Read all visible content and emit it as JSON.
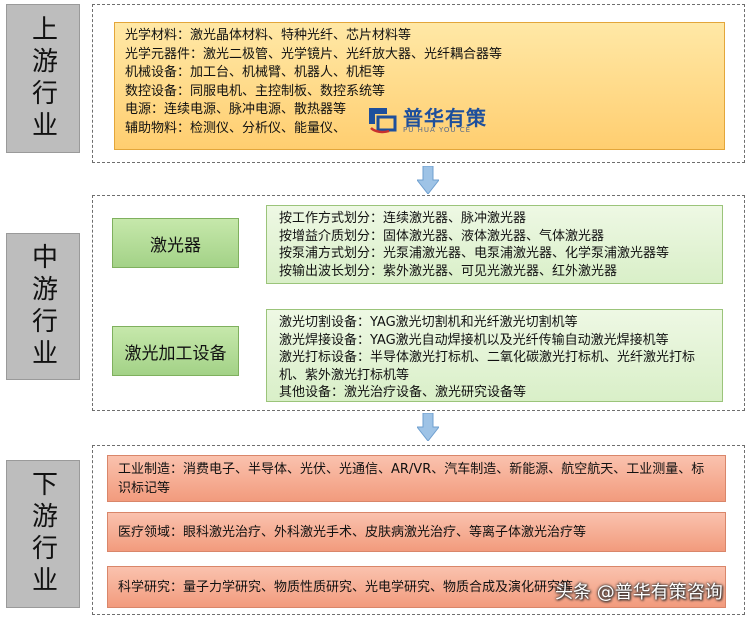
{
  "upstream": {
    "label": "上游行业",
    "lines": [
      "光学材料：激光晶体材料、特种光纤、芯片材料等",
      "光学元器件：激光二极管、光学镜片、光纤放大器、光纤耦合器等",
      "机械设备：加工台、机械臂、机器人、机柜等",
      "数控设备：同服电机、主控制板、数控系统等",
      "电源：连续电源、脉冲电源、散热器等",
      "辅助物料：检测仪、分析仪、能量仪、"
    ]
  },
  "logo": {
    "name": "普华有策",
    "subtitle": "PU HUA YOU CE"
  },
  "midstream": {
    "label": "中游行业",
    "groups": [
      {
        "button": "激光器",
        "lines": [
          "按工作方式划分：连续激光器、脉冲激光器",
          "按增益介质划分：固体激光器、液体激光器、气体激光器",
          "按泵浦方式划分：光泵浦激光器、电泵浦激光器、化学泵浦激光器等",
          "按输出波长划分：紫外激光器、可见光激光器、红外激光器"
        ]
      },
      {
        "button": "激光加工设备",
        "lines": [
          "激光切割设备：YAG激光切割机和光纤激光切割机等",
          "激光焊接设备：YAG激光自动焊接机以及光纤传输自动激光焊接机等",
          "激光打标设备：半导体激光打标机、二氧化碳激光打标机、光纤激光打标机、紫外激光打标机等",
          "其他设备：激光治疗设备、激光研究设备等"
        ]
      }
    ]
  },
  "downstream": {
    "label": "下游行业",
    "boxes": [
      "工业制造：消费电子、半导体、光伏、光通信、AR/VR、汽车制造、新能源、航空航天、工业测量、标识标记等",
      "医疗领域：眼科激光治疗、外科激光手术、皮肤病激光治疗、等离子体激光治疗等",
      "科学研究：量子力学研究、物质性质研究、光电学研究、物质合成及演化研究等"
    ]
  },
  "watermark": "头条 @普华有策咨询",
  "colors": {
    "upstream_fill": "#ffd98a",
    "midstream_fill": "#c6e8ab",
    "downstream_fill": "#f6a98c",
    "tier_label_fill": "#bdbdbd",
    "arrow": "#9ec3e6",
    "logo_blue": "#1e4f9c"
  }
}
